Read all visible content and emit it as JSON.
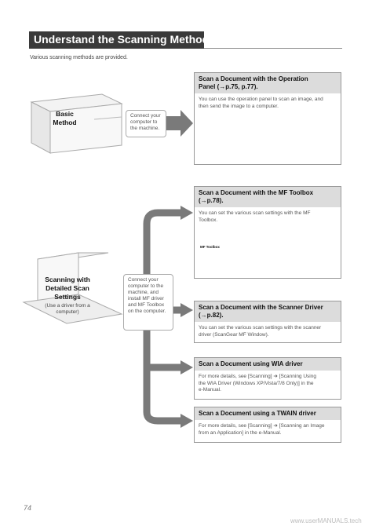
{
  "header": {
    "title": "Understand the Scanning Method"
  },
  "intro": "Various scanning methods are provided.",
  "basic": {
    "label_line1": "Basic",
    "label_line2": "Method",
    "callout": [
      "Connect your",
      "computer to",
      "the machine."
    ]
  },
  "detailed": {
    "label_line1": "Scanning with",
    "label_line2": "Detailed Scan",
    "label_line3": "Settings",
    "sub_line1": "(Use a driver from a",
    "sub_line2": "computer)",
    "callout": [
      "Connect your",
      "computer to the",
      "machine, and",
      "install MF driver",
      "and MF Toolbox",
      "on the computer."
    ]
  },
  "boxes": [
    {
      "title": [
        "Scan a Document with the Operation",
        "Panel (→p.75, p.77)."
      ],
      "body": [
        "You can use the operation panel to scan an image, and",
        "then send the image to a computer."
      ]
    },
    {
      "title": [
        "Scan a Document with the MF Toolbox",
        "(→p.78)."
      ],
      "body": [
        "You can set the various scan settings with the MF",
        "Toolbox."
      ],
      "image_label": "MF Toolbox"
    },
    {
      "title": [
        "Scan a Document with the Scanner Driver",
        "(→p.82)."
      ],
      "body": [
        "You can set the various scan settings with the scanner",
        "driver (ScanGear MF Window)."
      ]
    },
    {
      "title": [
        "Scan a Document using WIA driver"
      ],
      "body": [
        "For more details, see [Scanning] ➔ [Scanning Using",
        "the WIA Driver (Windows XP/Vista/7/8 Only)] in the",
        "e-Manual."
      ]
    },
    {
      "title": [
        "Scan a Document using a TWAIN driver"
      ],
      "body": [
        "For more details, see [Scanning] ➔ [Scanning an Image",
        "from an Application] in the e-Manual."
      ]
    }
  ],
  "footer": {
    "page_number": "74",
    "watermark": "www.userMANUALS.tech"
  },
  "colors": {
    "title_bg": "#3a3a3a",
    "arrow": "#7a7a7a",
    "box_head": "#dcdcdc"
  }
}
